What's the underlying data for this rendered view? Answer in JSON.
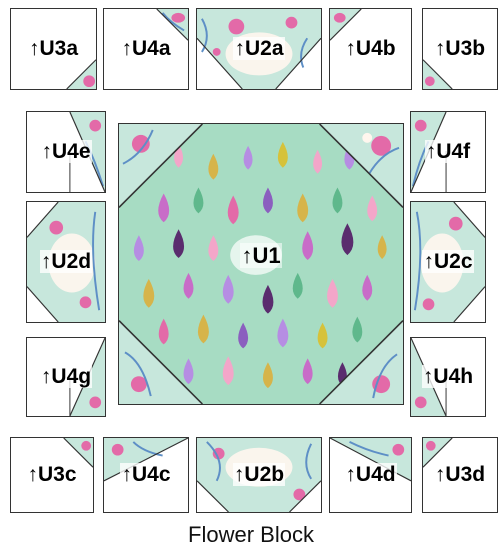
{
  "caption": "Flower Block",
  "colors": {
    "floral_bg": "#c7e7dc",
    "mint_bg": "#a7dcc3",
    "leaf": "#5e8fc6",
    "pink": "#e36aa8",
    "cream": "#fff6ee",
    "outline": "#333333"
  },
  "arrow": "↑",
  "pieces": {
    "u3a": "U3a",
    "u4a": "U4a",
    "u2a": "U2a",
    "u4b": "U4b",
    "u3b": "U3b",
    "u4e": "U4e",
    "u1": "U1",
    "u4f": "U4f",
    "u2d": "U2d",
    "u2c": "U2c",
    "u4g": "U4g",
    "u4h": "U4h",
    "u3c": "U3c",
    "u4c": "U4c",
    "u2b": "U2b",
    "u4d": "U4d",
    "u3d": "U3d"
  }
}
